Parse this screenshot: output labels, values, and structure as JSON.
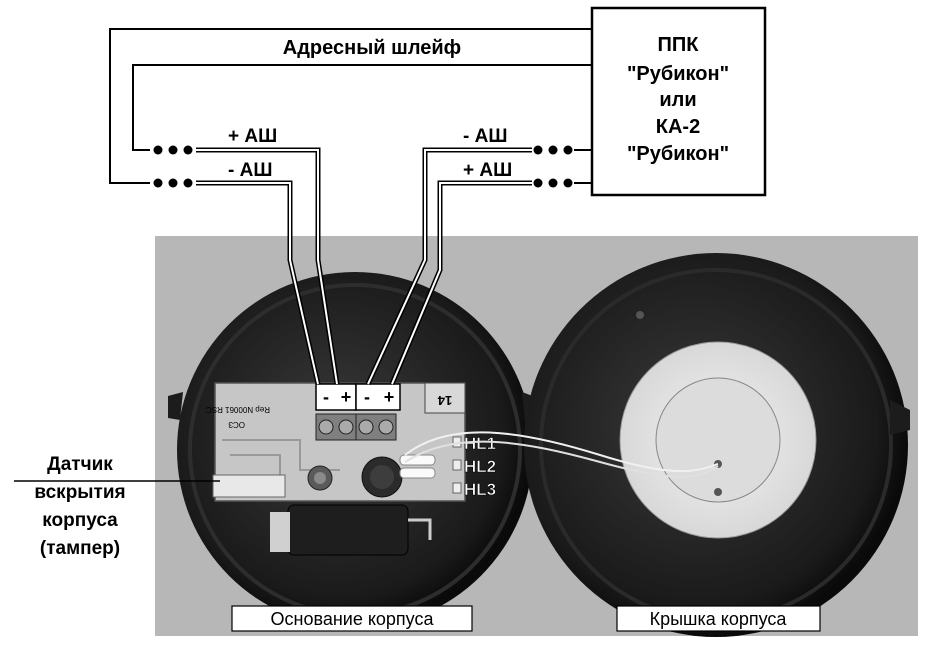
{
  "panel": {
    "line1": "ППК",
    "line2": "\"Рубикон\"",
    "line3": "или",
    "line4": "КА-2",
    "line5": "\"Рубикон\""
  },
  "loop_label": "Адресный шлейф",
  "wires": {
    "left_top": "+ АШ",
    "left_bottom": "- АШ",
    "right_top": "- АШ",
    "right_bottom": "+ АШ"
  },
  "terminals": [
    "-",
    "+",
    "-",
    "+"
  ],
  "board": {
    "number": "14",
    "silk_text": "Rep N00061 RSC",
    "silk_text2": "ОСЗ"
  },
  "leds": [
    "HL1",
    "HL2",
    "HL3"
  ],
  "tamper_label": {
    "line1": "Датчик",
    "line2": "вскрытия",
    "line3": "корпуса",
    "line4": "(тампер)"
  },
  "captions": {
    "base": "Основание корпуса",
    "cover": "Крышка корпуса"
  }
}
